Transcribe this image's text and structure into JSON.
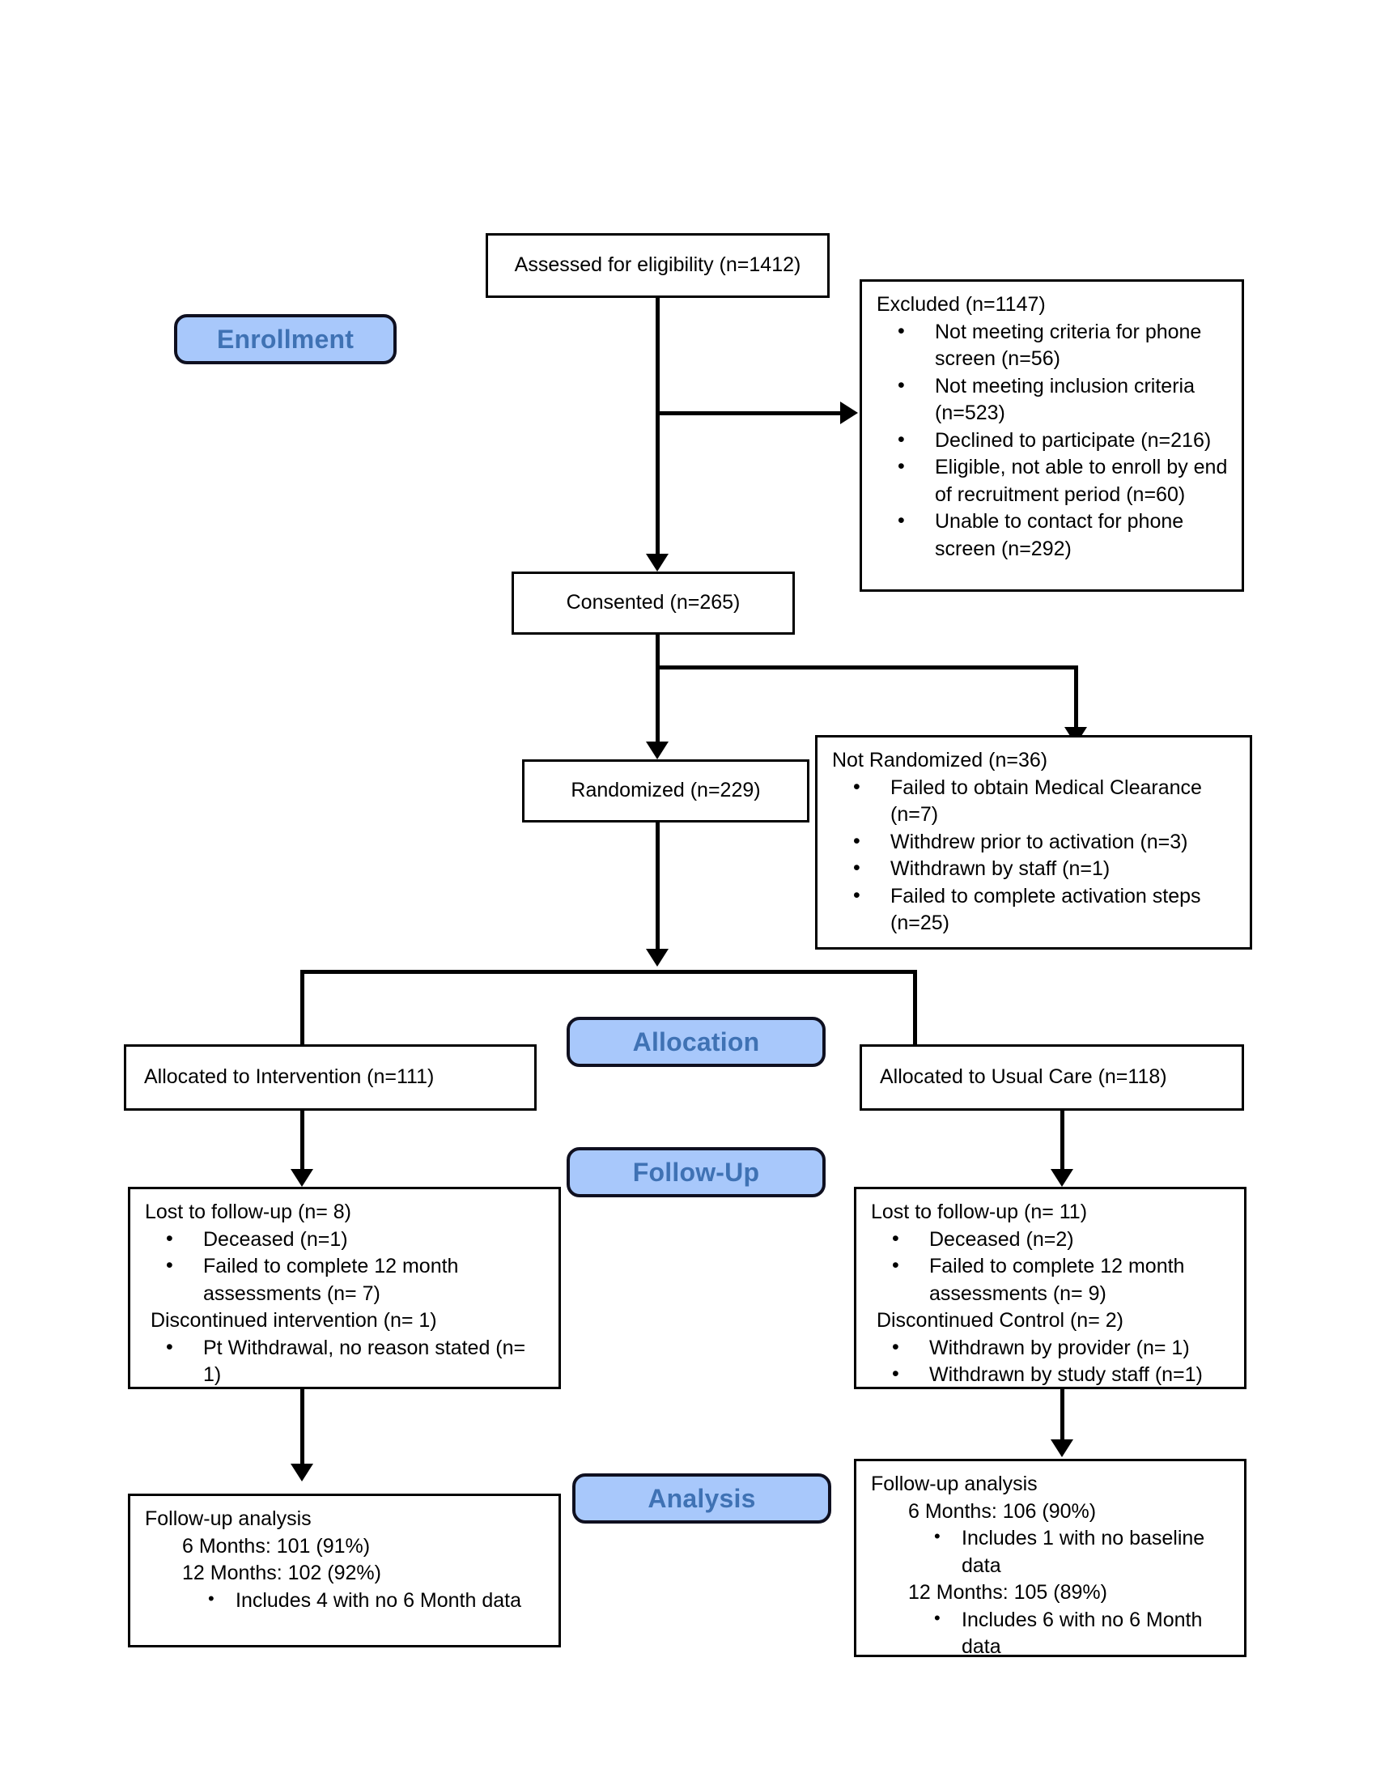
{
  "diagram": {
    "title": "CONSORT participant flow diagram",
    "accent_blue": "#a8c8fb",
    "accent_blue_text": "#3f72b4",
    "line_color": "#000000"
  },
  "stages": {
    "enrollment": "Enrollment",
    "allocation": "Allocation",
    "followup": "Follow-Up",
    "analysis": "Analysis"
  },
  "assessed": {
    "label": "Assessed for eligibility (n=1412)"
  },
  "excluded": {
    "heading": "Excluded (n=1147)",
    "items": [
      "Not meeting criteria for phone screen (n=56)",
      "Not meeting inclusion criteria (n=523)",
      "Declined to participate (n=216)",
      "Eligible, not able to enroll by end of recruitment period (n=60)",
      "Unable to contact for phone screen (n=292)"
    ]
  },
  "consented": {
    "label": "Consented (n=265)"
  },
  "randomized": {
    "label": "Randomized (n=229)"
  },
  "not_randomized": {
    "heading": "Not Randomized (n=36)",
    "items": [
      " Failed to obtain Medical Clearance (n=7)",
      "Withdrew prior to activation (n=3)",
      "Withdrawn by staff (n=1)",
      "Failed to complete activation steps (n=25)"
    ]
  },
  "allocation": {
    "intervention": "Allocated to Intervention (n=111)",
    "usual_care": "Allocated to Usual Care (n=118)"
  },
  "followup_left": {
    "lost_heading": "Lost to follow-up (n= 8)",
    "lost_items": [
      "Deceased (n=1)",
      "Failed to complete 12 month assessments (n= 7)"
    ],
    "disc_heading": " Discontinued intervention (n= 1)",
    "disc_items": [
      "Pt Withdrawal, no reason stated (n= 1)"
    ]
  },
  "followup_right": {
    "lost_heading": "Lost to follow-up (n= 11)",
    "lost_items": [
      "Deceased (n=2)",
      "Failed to complete 12 month assessments (n= 9)"
    ],
    "disc_heading": " Discontinued Control (n= 2)",
    "disc_items": [
      "Withdrawn by provider (n= 1)",
      "Withdrawn by study staff (n=1)"
    ]
  },
  "analysis_left": {
    "heading": "Follow-up analysis",
    "line_6mo": "6 Months: 101 (91%)",
    "line_12mo": "12 Months: 102 (92%)",
    "note_12mo": "Includes 4 with no 6 Month data"
  },
  "analysis_right": {
    "heading": "Follow-up analysis",
    "line_6mo": "6 Months: 106 (90%)",
    "note_6mo": "Includes 1 with no  baseline data",
    "line_12mo": "12 Months: 105 (89%)",
    "note_12mo": "Includes 6 with no 6 Month data"
  }
}
